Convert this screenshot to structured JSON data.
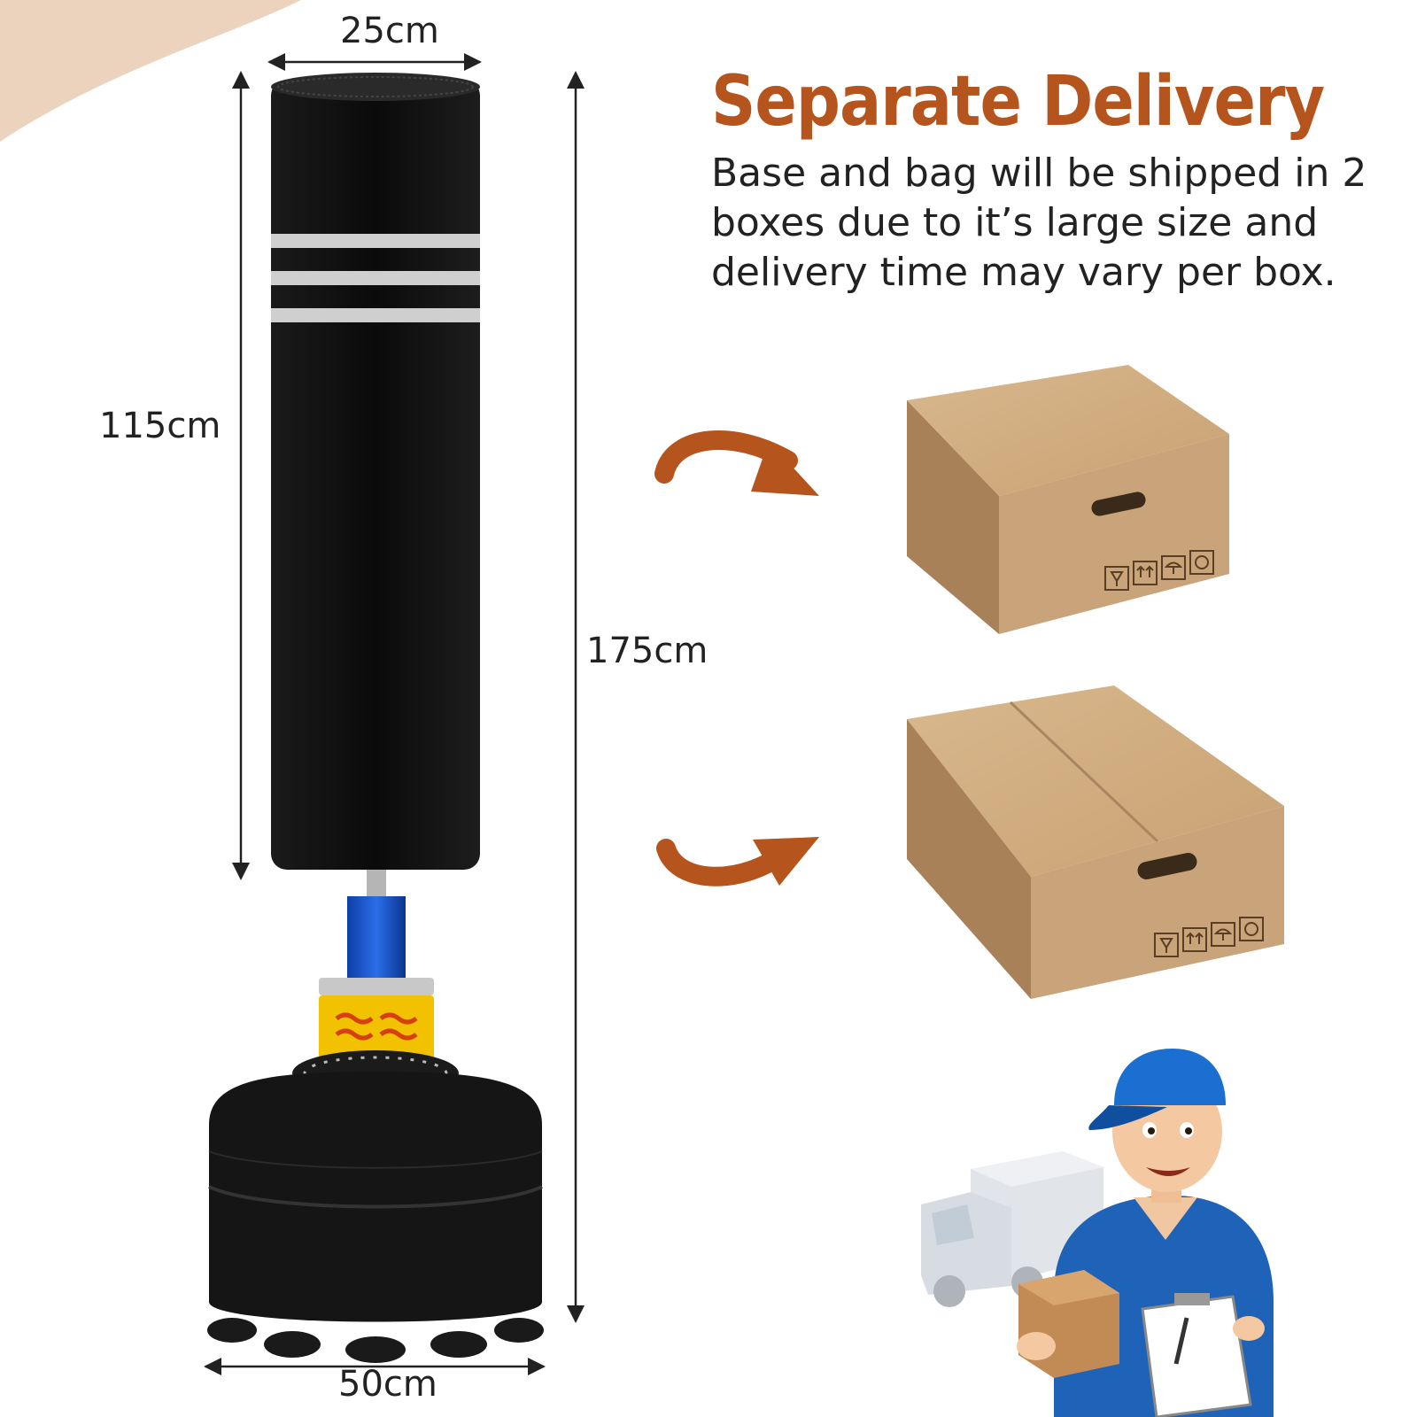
{
  "dimensions": {
    "top_width": "25cm",
    "bag_height": "115cm",
    "total_height": "175cm",
    "base_width": "50cm"
  },
  "headline": "Separate Delivery",
  "description": "Base and bag will be shipped in 2 boxes due to it’s large size and delivery time may vary per box.",
  "colors": {
    "accent": "#b5541c",
    "box": "#c9a47a",
    "bag": "#111111",
    "corner_blob": "#ecd3bd"
  },
  "icons": [
    "fragile-icon",
    "this-way-up-icon",
    "keep-dry-icon",
    "recycle-icon",
    "curved-arrow-icon"
  ]
}
